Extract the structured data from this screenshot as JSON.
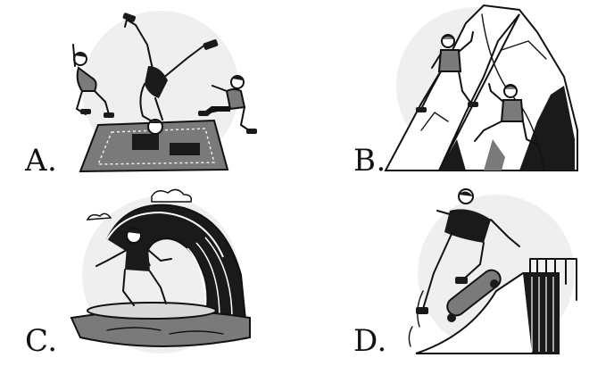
{
  "options": [
    {
      "letter": "A.",
      "sport": "breakdance-icon"
    },
    {
      "letter": "B.",
      "sport": "rock-climbing-icon"
    },
    {
      "letter": "C.",
      "sport": "surfing-icon"
    },
    {
      "letter": "D.",
      "sport": "skateboarding-icon"
    }
  ],
  "colors": {
    "ink": "#111111",
    "shadow": "#1a1a1a",
    "gray": "#7a7a7a",
    "light_gray": "#d9d9d9",
    "background": "#ffffff"
  }
}
